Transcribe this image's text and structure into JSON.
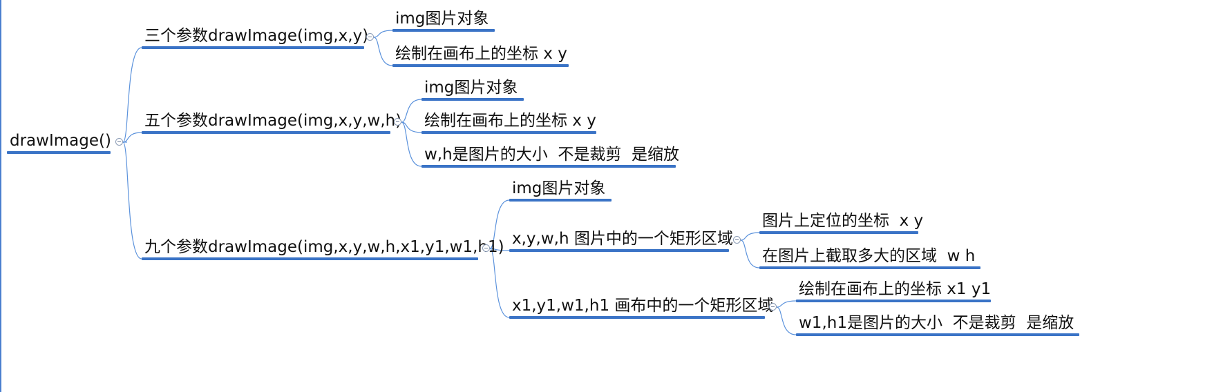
{
  "colors": {
    "branch_line": "#5b92dc",
    "underline": "#3a73c6",
    "text": "#111111"
  },
  "root": {
    "label": "drawImage()",
    "children": [
      {
        "label": "三个参数drawImage(img,x,y)",
        "children": [
          {
            "label": "img图片对象",
            "children": []
          },
          {
            "label": "绘制在画布上的坐标 x y",
            "children": []
          }
        ]
      },
      {
        "label": "五个参数drawImage(img,x,y,w,h)",
        "children": [
          {
            "label": "img图片对象",
            "children": []
          },
          {
            "label": "绘制在画布上的坐标 x y",
            "children": []
          },
          {
            "label": "w,h是图片的大小  不是裁剪  是缩放",
            "children": []
          }
        ]
      },
      {
        "label": "九个参数drawImage(img,x,y,w,h,x1,y1,w1,h1)",
        "children": [
          {
            "label": "img图片对象",
            "children": []
          },
          {
            "label": "x,y,w,h 图片中的一个矩形区域",
            "children": [
              {
                "label": "图片上定位的坐标  x y",
                "children": []
              },
              {
                "label": "在图片上截取多大的区域  w h",
                "children": []
              }
            ]
          },
          {
            "label": "x1,y1,w1,h1 画布中的一个矩形区域",
            "children": [
              {
                "label": "绘制在画布上的坐标 x1 y1",
                "children": []
              },
              {
                "label": "w1,h1是图片的大小  不是裁剪  是缩放",
                "children": []
              }
            ]
          }
        ]
      }
    ]
  }
}
